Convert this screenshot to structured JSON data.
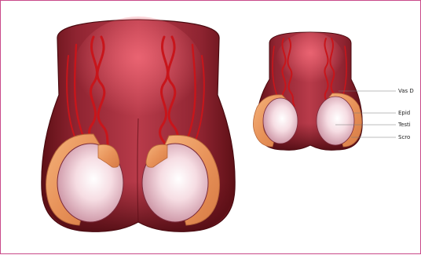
{
  "colors": {
    "sac_dark": "#5e1016",
    "sac_mid": "#a4303d",
    "sac_light": "#e25a6a",
    "vessel": "#c8151b",
    "epididymis": "#e8935a",
    "testis_light": "#fbecee",
    "testis_dark": "#d8a7b4",
    "frame_border": "#c94a8a",
    "leader": "#7a7a7a"
  },
  "labels": {
    "vas": "Vas D",
    "epididymis": "Epid",
    "testis": "Testi",
    "scrotum": "Scro"
  }
}
